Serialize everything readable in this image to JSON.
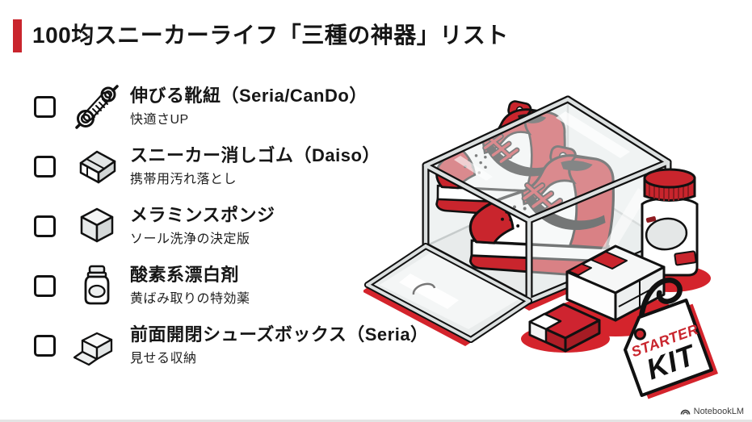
{
  "page": {
    "title": "100均スニーカーライフ「三種の神器」リスト",
    "accent_red": "#C9252D",
    "background": "#ffffff"
  },
  "checklist": {
    "items": [
      {
        "checked": false,
        "icon": "shoelace-icon",
        "label": "伸びる靴紐（Seria/CanDo）",
        "description": "快適さUP"
      },
      {
        "checked": false,
        "icon": "eraser-icon",
        "label": "スニーカー消しゴム（Daiso）",
        "description": "携帯用汚れ落とし"
      },
      {
        "checked": false,
        "icon": "melamine-sponge-icon",
        "label": "メラミンスポンジ",
        "description": "ソール洗浄の決定版"
      },
      {
        "checked": false,
        "icon": "bleach-bottle-icon",
        "label": "酸素系漂白剤",
        "description": "黄ばみ取りの特効薬"
      },
      {
        "checked": false,
        "icon": "shoebox-icon",
        "label": "前面開閉シューズボックス（Seria）",
        "description": "見せる収納"
      }
    ]
  },
  "illustration": {
    "name": "sneaker-starter-kit",
    "tag": {
      "line1": "STARTER",
      "line2": "KIT"
    },
    "colors": {
      "red": "#C9252D",
      "dark_red": "#8E1B20",
      "shadow_red": "#D4242C",
      "outline": "#111111",
      "glass": "#EDF0F0",
      "frame": "#DCE0E0"
    }
  },
  "watermark": {
    "label": "NotebookLM"
  }
}
